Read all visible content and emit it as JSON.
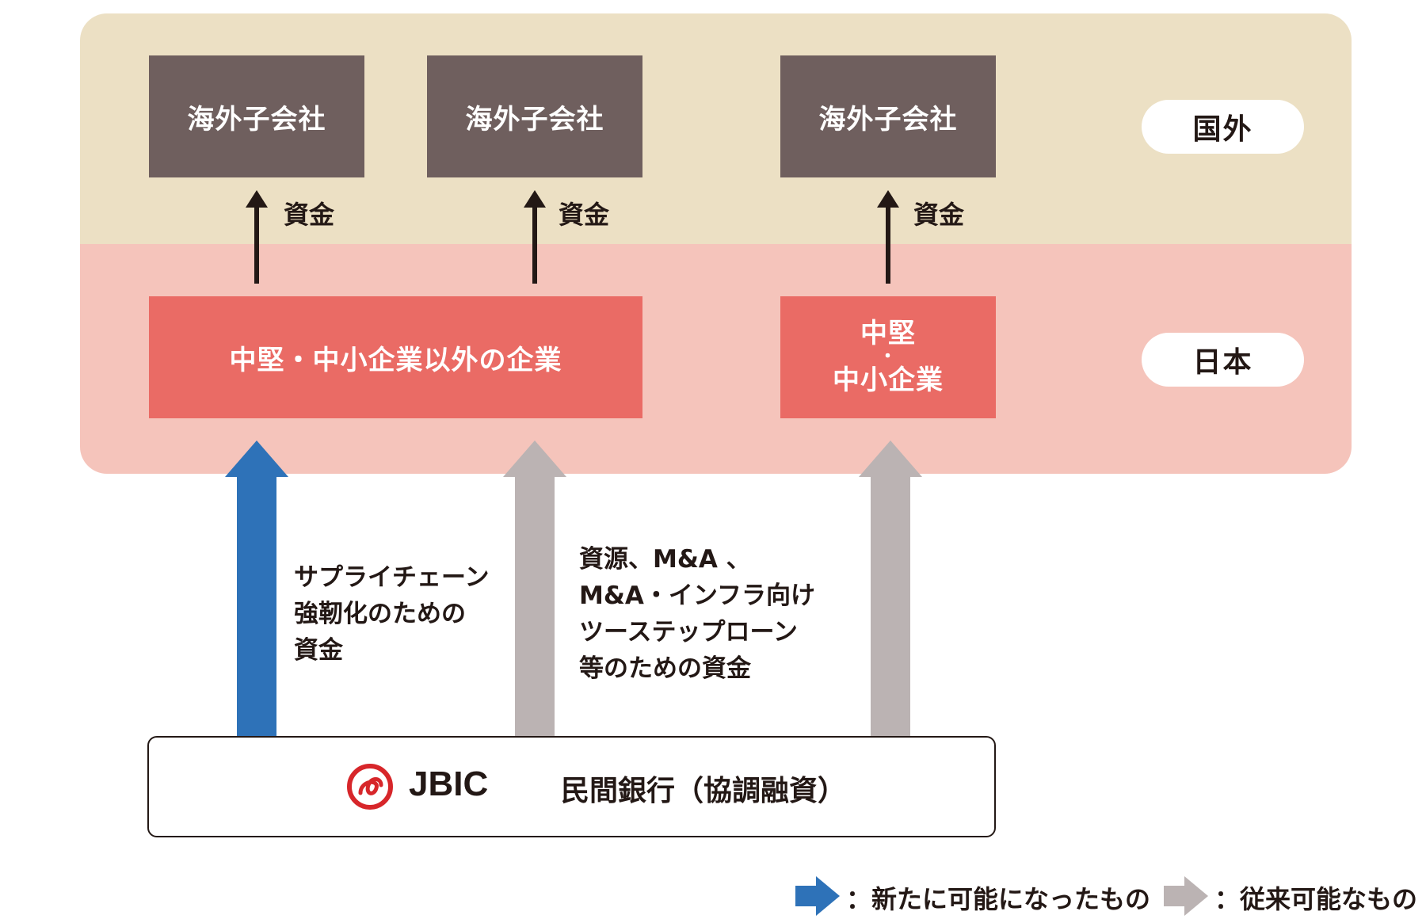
{
  "regions": {
    "overseas_label": "国外",
    "japan_label": "日本"
  },
  "subsidiaries": [
    {
      "label": "海外子会社"
    },
    {
      "label": "海外子会社"
    },
    {
      "label": "海外子会社"
    }
  ],
  "fund_label": "資金",
  "companies": {
    "large": "中堅・中小企業以外の企業",
    "sme_line1": "中堅",
    "sme_dot": "・",
    "sme_line2": "中小企業"
  },
  "flows": {
    "new": {
      "lines": [
        "サプライチェーン",
        "強靭化のための",
        "資金"
      ]
    },
    "existing": {
      "lines": [
        "資源、M&A 、",
        "M&A・インフラ向け",
        "ツーステップローン",
        "等のための資金"
      ]
    }
  },
  "lenders": {
    "jbic": "JBIC",
    "banks": "民間銀行（協調融資）"
  },
  "legend": {
    "new": "：新たに可能になったもの",
    "existing": "：従来可能なもの"
  },
  "colors": {
    "overseas_band": "#ece0c4",
    "japan_band": "#f5c4bb",
    "subsidiary_box": "#6f5f5e",
    "company_box": "#ea6b65",
    "new_arrow": "#2e72b8",
    "existing_arrow": "#bbb3b3",
    "jbic_logo": "#d7262a"
  }
}
